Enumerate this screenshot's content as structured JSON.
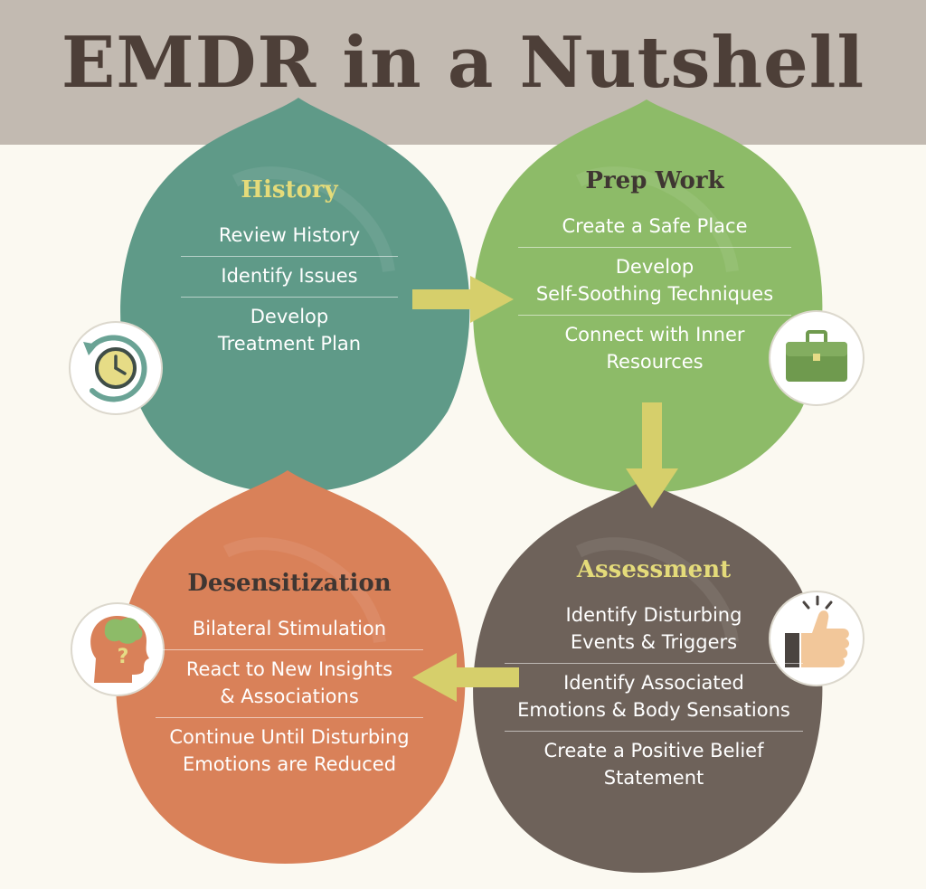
{
  "title": "EMDR in a Nutshell",
  "colors": {
    "header_bg": "#c2bab1",
    "page_bg": "#fbf9f1",
    "title_text": "#4d3f38",
    "arrow": "#d6cf6b",
    "yellow_title": "#e4db7a"
  },
  "phases": [
    {
      "title": "History",
      "color": "#5f9a88",
      "title_color": "#e4db7a",
      "icon": "clock-icon",
      "items": [
        "Review History",
        "Identify Issues",
        "Develop\nTreatment Plan"
      ]
    },
    {
      "title": "Prep Work",
      "color": "#8dbb68",
      "title_color": "#3f3632",
      "icon": "briefcase-icon",
      "items": [
        "Create a Safe Place",
        "Develop\nSelf-Soothing Techniques",
        "Connect with Inner\nResources"
      ]
    },
    {
      "title": "Desensitization",
      "color": "#d98159",
      "title_color": "#3f3632",
      "icon": "head-question-icon",
      "items": [
        "Bilateral Stimulation",
        "React to New Insights\n& Associations",
        "Continue Until Disturbing\nEmotions are Reduced"
      ]
    },
    {
      "title": "Assessment",
      "color": "#6e625a",
      "title_color": "#e4db7a",
      "icon": "thumbs-up-icon",
      "items": [
        "Identify Disturbing\nEvents & Triggers",
        "Identify Associated\nEmotions & Body Sensations",
        "Create a Positive Belief\nStatement"
      ]
    }
  ]
}
